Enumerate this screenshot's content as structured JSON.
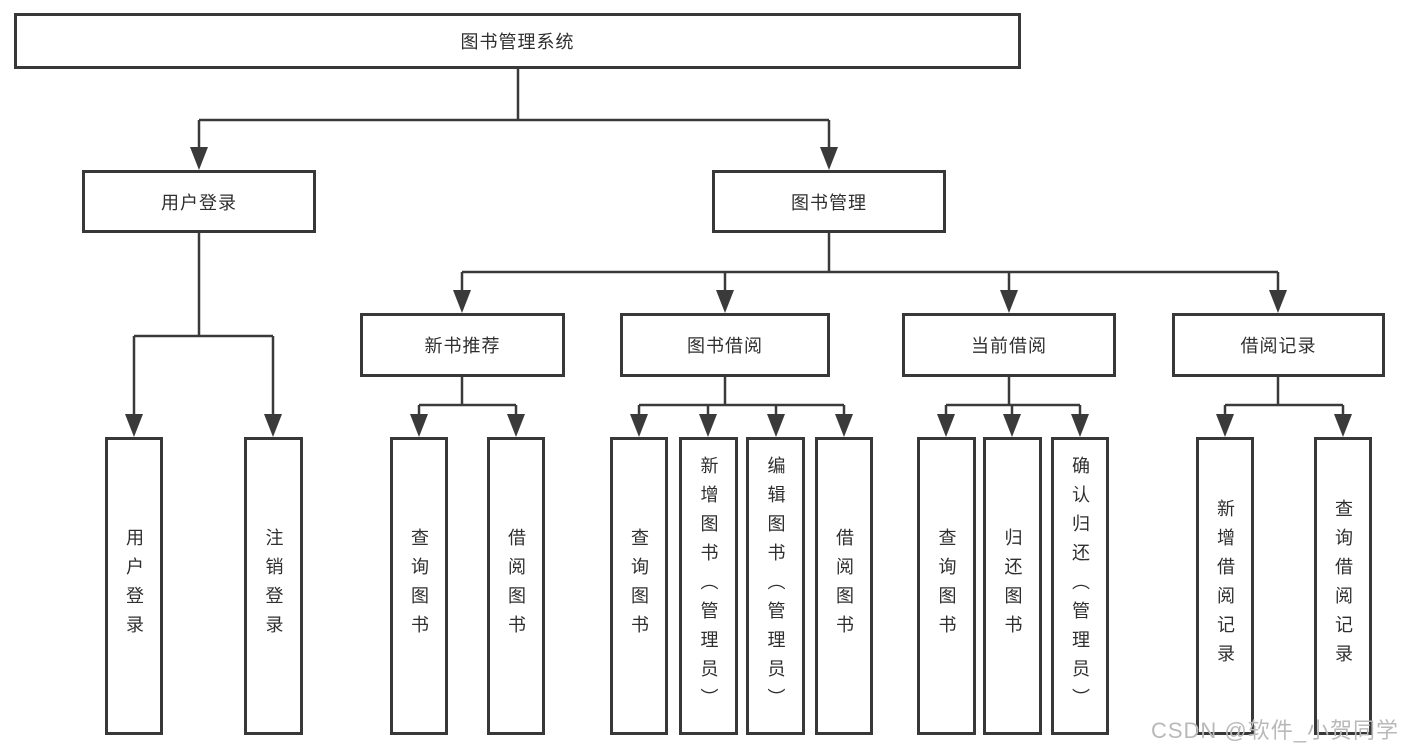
{
  "diagram": {
    "root": {
      "label": "图书管理系统"
    },
    "level2": {
      "user_login": {
        "label": "用户登录"
      },
      "book_mgmt": {
        "label": "图书管理"
      }
    },
    "level3": {
      "new_book": {
        "label": "新书推荐"
      },
      "borrow": {
        "label": "图书借阅"
      },
      "current": {
        "label": "当前借阅"
      },
      "record": {
        "label": "借阅记录"
      }
    },
    "leaves": {
      "login": {
        "label": "用户登录"
      },
      "logout": {
        "label": "注销登录"
      },
      "nb_query": {
        "label": "查询图书"
      },
      "nb_borrow": {
        "label": "借阅图书"
      },
      "bb_query": {
        "label": "查询图书"
      },
      "bb_add": {
        "label": "新增图书（管理员）"
      },
      "bb_edit": {
        "label": "编辑图书（管理员）"
      },
      "bb_borrow": {
        "label": "借阅图书"
      },
      "cb_query": {
        "label": "查询图书"
      },
      "cb_return": {
        "label": "归还图书"
      },
      "cb_confirm": {
        "label": "确认归还（管理员）"
      },
      "br_add": {
        "label": "新增借阅记录"
      },
      "br_query": {
        "label": "查询借阅记录"
      }
    },
    "watermark": "CSDN @软件_小贺同学",
    "colors": {
      "line": "#3a3a3a",
      "border": "#383838",
      "text": "#2f2f2f",
      "watermark": "#b9b9b9",
      "background": "#ffffff"
    }
  }
}
